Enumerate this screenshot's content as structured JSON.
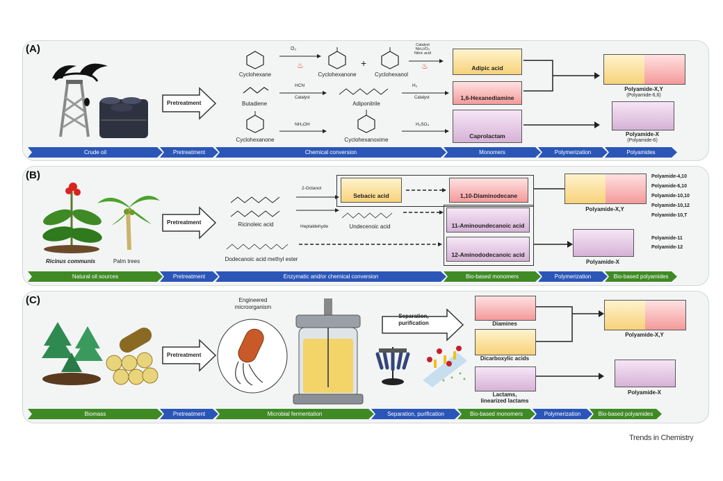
{
  "panelA": {
    "label": "(A)",
    "pretreatment": "Pretreatment",
    "reactants": [
      "Cyclohexane",
      "Butadiene",
      "Cyclohexanone"
    ],
    "reagents": {
      "o2": "O₂",
      "hcn": "HCN",
      "catalyst1": "Catalyst",
      "nh2oh": "NH₂OH",
      "h2": "H₂",
      "catalyst2": "Catalyst",
      "h2so4": "H₂SO₄",
      "nitric": "Catalyst\nNH₄VO₃\nNitric acid"
    },
    "intermediates": [
      "Cyclohexanone",
      "Cyclohexanol",
      "Adiponitrile",
      "Cyclohexanoxime"
    ],
    "plus": "+",
    "monomers": [
      "Adipic acid",
      "1,6-Hexanediamine",
      "Caprolactam"
    ],
    "products": {
      "p1": "Polyamide-X,Y",
      "p1sub": "(Polyamide-6,6)",
      "p2": "Polyamide-X",
      "p2sub": "(Polyamide-6)"
    },
    "bar": [
      "Crude oil",
      "Pretreatment",
      "Chemical conversion",
      "Monomers",
      "Polymerization",
      "Polyamides"
    ]
  },
  "panelB": {
    "label": "(B)",
    "pretreatment": "Pretreatment",
    "species": [
      "Ricinus communis",
      "Palm trees"
    ],
    "compounds": [
      "Ricinoleic acid",
      "Dodecanoic acid methyl ester",
      "Undecenoic acid"
    ],
    "reagents": [
      "2-Octanol",
      "Heptaldehyde"
    ],
    "monomers": [
      "Sebacic acid",
      "1,10-Diaminodecane",
      "11-Aminoundecanoic acid",
      "12-Aminododecanoic acid"
    ],
    "products": {
      "p1": "Polyamide-X,Y",
      "p2": "Polyamide-X"
    },
    "list1": [
      "Polyamide-4,10",
      "Polyamide-6,10",
      "Polyamide-10,10",
      "Polyamide-10,12",
      "Polyamide-10,T"
    ],
    "list2": [
      "Polyamide-11",
      "Polyamide-12"
    ],
    "bar": [
      "Natural oil sources",
      "Pretreatment",
      "Enzymatic and/or chemical conversion",
      "Bio-based monomers",
      "Polymerization",
      "Bio-based polyamides"
    ]
  },
  "panelC": {
    "label": "(C)",
    "pretreatment": "Pretreatment",
    "microbe": "Engineered\nmicroorganism",
    "separation": "Separation,\npurification",
    "monomers": [
      "Diamines",
      "Dicarboxylic acids",
      "Lactams,\nlinearized lactams"
    ],
    "products": {
      "p1": "Polyamide-X,Y",
      "p2": "Polyamide-X"
    },
    "bar": [
      "Biomass",
      "Pretreatment",
      "Microbial fermentation",
      "Separation, purification",
      "Bio-based monomers",
      "Polymerization",
      "Bio-based polyamides"
    ]
  },
  "credit": "Trends in Chemistry",
  "colors": {
    "blue": "#2b56b8",
    "green": "#3f8a25",
    "yellow": "#f7d27a",
    "red": "#f49a9a",
    "purple": "#d6b2d6"
  }
}
